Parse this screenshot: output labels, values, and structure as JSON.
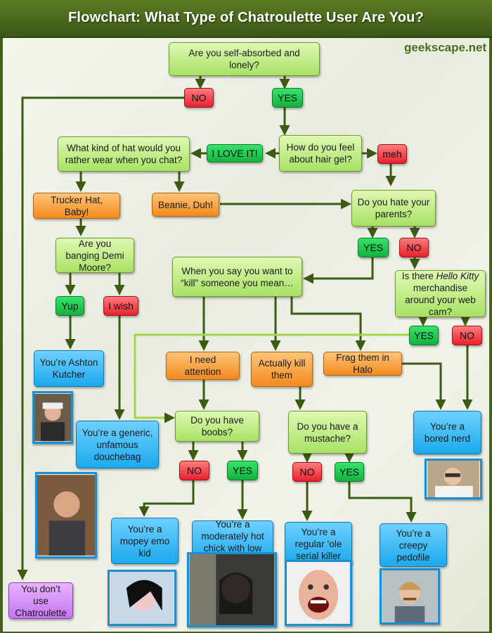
{
  "title": "Flowchart: What Type of Chatroulette User Are You?",
  "brand": "geekscape.net",
  "questions": {
    "q1": "Are you self-absorbed and lonely?",
    "hat": "What kind of hat would you rather wear when you chat?",
    "gel": "How do you feel about hair gel?",
    "parents": "Do you hate your parents?",
    "demi": "Are you banging Demi Moore?",
    "kill": "When you say you want to “kill” someone you mean…",
    "kitty_pre": "Is there ",
    "kitty_em": "Hello Kitty",
    "kitty_post": " merchandise around your web cam?",
    "boobs": "Do you have boobs?",
    "mustache": "Do you have a mustache?"
  },
  "answers": {
    "trucker": "Trucker Hat, Baby!",
    "beanie": "Beanie, Duh!",
    "attention": "I need attention",
    "actually": "Actually kill them",
    "frag": "Frag them in Halo"
  },
  "results": {
    "ashton": "You’re Ashton Kutcher",
    "generic": "You’re a generic, unfamous douchebag",
    "nerd": "You’re a bored nerd",
    "emo": "You’re a mopey emo kid",
    "chick": "You’re a moderately hot chick with low self esteem",
    "killer": "You’re a regular ’ole serial killer",
    "creepy": "You’re a creepy pedofile",
    "nouse": "You don’t use Chatroulette"
  },
  "labels": {
    "no": "NO",
    "yes": "YES",
    "love": "I LOVE IT!",
    "meh": "meh",
    "yup": "Yup",
    "iwish": "I wish"
  },
  "colors": {
    "question": "#b7e87a",
    "answer": "#f6993a",
    "result": "#3bbcf5",
    "final": "#d28df5",
    "yes": "#22c94f",
    "no": "#ee3340",
    "connector": "#3d5a12"
  }
}
